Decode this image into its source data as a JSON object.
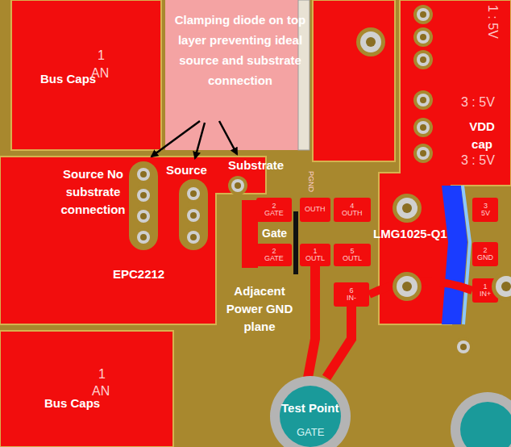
{
  "diagram": {
    "labels": [
      "Clamping diode on top layer preventing ideal source and substrate connection",
      "Bus Caps",
      "1",
      "AN",
      "Source No substrate connection",
      "Source",
      "Substrate",
      "EPC2212",
      "Gate",
      "Adjacent Power GND plane",
      "LMG1025-Q1",
      "3 : 5V",
      "VDD cap",
      "3 : 5V",
      "1 : 5V",
      "Bus Caps",
      "1",
      "AN",
      "Test Point",
      "GATE",
      "2 GATE",
      "OUTH",
      "4 OUTH",
      "2 GATE",
      "1 OUTL",
      "5 OUTL",
      "6 IN-",
      "3 5V",
      "2 GND",
      "1 IN+",
      "PGND"
    ]
  }
}
